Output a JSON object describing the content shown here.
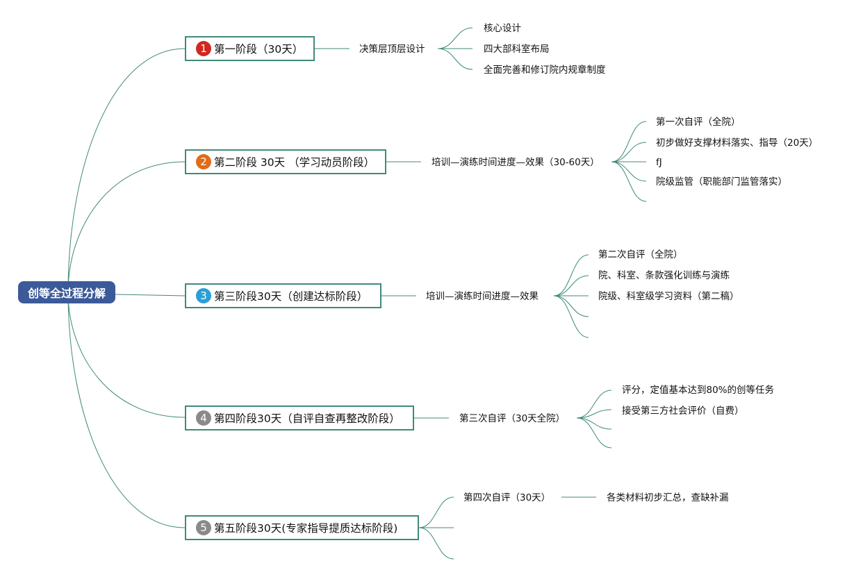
{
  "root": {
    "label": "创等全过程分解"
  },
  "colors": {
    "root_bg": "#3c5a99",
    "line": "#3f8a7a",
    "badge1": "#d0281f",
    "badge2": "#e06b1a",
    "badge3": "#2a9fd6",
    "badge4": "#8a8a8a",
    "badge5": "#8a8a8a"
  },
  "stages": [
    {
      "num": "1",
      "label": "第一阶段（30天）",
      "mid": "决策层顶层设计",
      "leaves": [
        "核心设计",
        "四大部科室布局",
        "全面完善和修订院内规章制度"
      ]
    },
    {
      "num": "2",
      "label": "第二阶段 30天 （学习动员阶段）",
      "mid": "培训—演练时间进度—效果（30-60天）",
      "leaves": [
        "第一次自评（全院）",
        "初步做好支撑材料落实、指导（20天）",
        "fJ",
        "院级监管（职能部门监管落实）",
        ""
      ]
    },
    {
      "num": "3",
      "label": "第三阶段30天（创建达标阶段）",
      "mid": "培训—演练时间进度—效果",
      "leaves": [
        "第二次自评（全院）",
        "院、科室、条款强化训练与演练",
        "院级、科室级学习资料（第二稿）",
        "",
        ""
      ]
    },
    {
      "num": "4",
      "label": "第四阶段30天（自评自查再整改阶段）",
      "mid": "第三次自评（30天全院）",
      "leaves": [
        "评分，定值基本达到80%的创等任务",
        "接受第三方社会评价（自费）",
        ""
      ]
    },
    {
      "num": "5",
      "label": "第五阶段30天(专家指导提质达标阶段)",
      "mid": "第四次自评（30天）",
      "sub": "各类材料初步汇总，查缺补漏",
      "leaves": [
        "第四次自评（30天）",
        "",
        ""
      ]
    }
  ]
}
